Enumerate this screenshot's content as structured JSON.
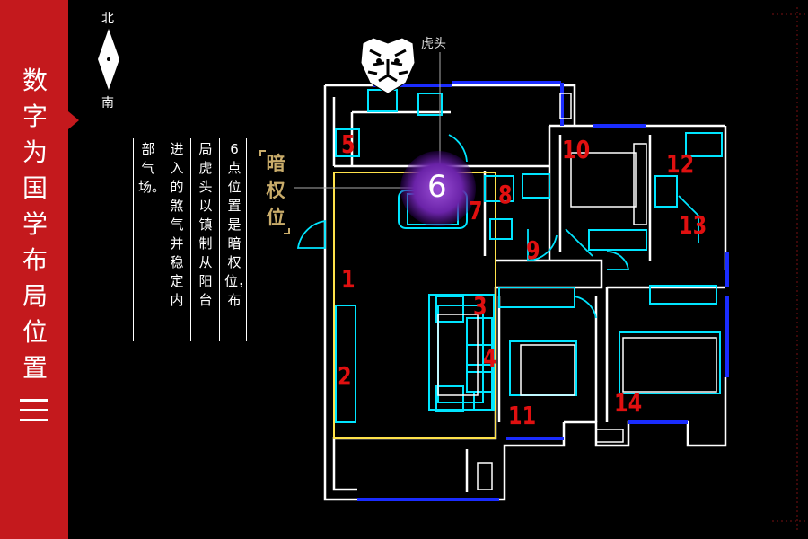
{
  "sidebar": {
    "title": "数字为国学布局位置"
  },
  "compass": {
    "north": "北",
    "south": "南"
  },
  "description": {
    "col1": "6点位置是暗权位，布",
    "col2": "局虎头以镇制从阳台",
    "col3": "进入的煞气并稳定内",
    "col4": "部气场。"
  },
  "callout": {
    "label": "暗权位"
  },
  "tiger": {
    "label": "虎头"
  },
  "rooms": {
    "n1": "1",
    "n2": "2",
    "n3": "3",
    "n4": "4",
    "n5": "5",
    "n6": "6",
    "n7": "7",
    "n8": "8",
    "n9": "9",
    "n10": "10",
    "n11": "11",
    "n12": "12",
    "n13": "13",
    "n14": "14"
  },
  "colors": {
    "accent_red": "#c4191d",
    "wall": "#ffffff",
    "furniture": "#00e5ff",
    "window": "#1a2cff",
    "zone": "#ffe24a",
    "number": "#e01010",
    "gold": "#c9ac6a"
  }
}
